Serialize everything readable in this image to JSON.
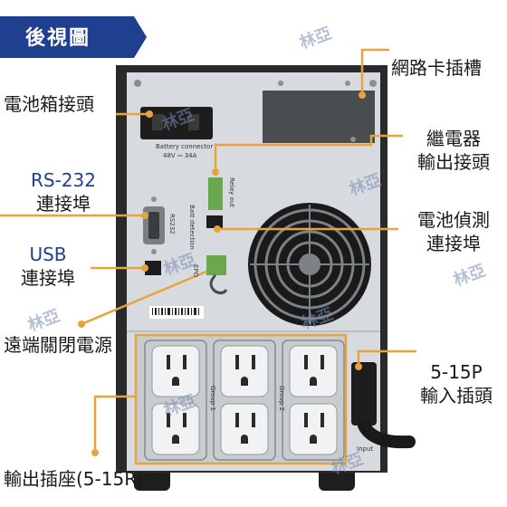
{
  "banner": {
    "title": "後視圖"
  },
  "labels": {
    "network_card_slot": "網路卡插槽",
    "battery_box_connector": "電池箱接頭",
    "relay_output_line1": "繼電器",
    "relay_output_line2": "輸出接頭",
    "rs232_line1": "RS-232",
    "rs232_line2": "連接埠",
    "battery_detect_line1": "電池偵測",
    "battery_detect_line2": "連接埠",
    "usb_line1": "USB",
    "usb_line2": "連接埠",
    "remote_power_off": "遠端關閉電源",
    "input_line1": "5-15P",
    "input_line2": "輸入插頭",
    "output_sockets": "輸出插座(5-15R)"
  },
  "panel_text": {
    "battery_connector": "Battery connector",
    "battery_rating": "48V ⎓ 34A",
    "relay_out": "Relay out",
    "batt_detection": "Batt detection",
    "rs232": "RS232",
    "epo": "EPO",
    "group1": "Group 1",
    "group2": "Group 2",
    "input": "Input",
    "watermark": "林亞"
  },
  "colors": {
    "banner": "#1f3f8f",
    "callout_line": "#e8a33a",
    "device_body": "#2a2a2a",
    "panel": "#d7dbe0"
  }
}
